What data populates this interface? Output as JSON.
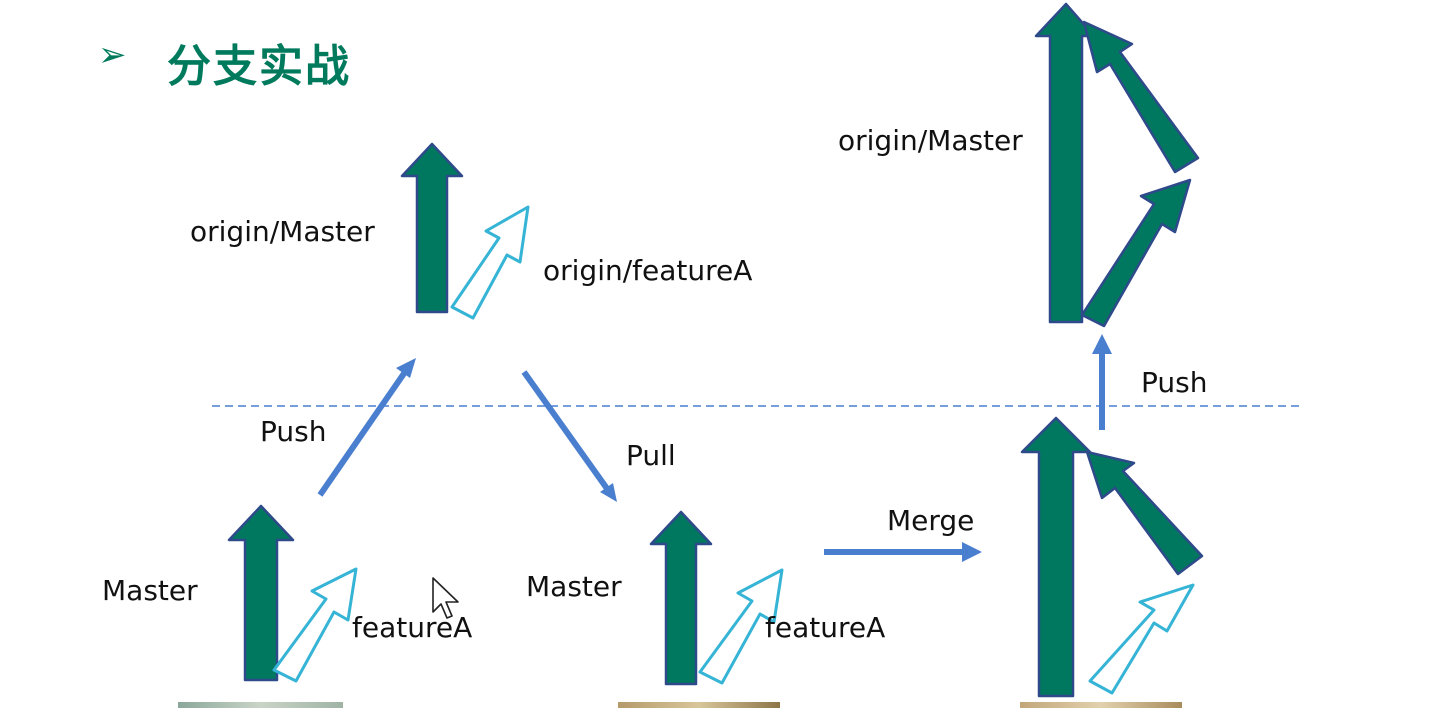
{
  "slide": {
    "bullet": "➢",
    "title": "分支实战"
  },
  "labels": {
    "origin_master_mid": "origin/Master",
    "origin_featureA": "origin/featureA",
    "origin_master_right": "origin/Master",
    "push_left": "Push",
    "pull": "Pull",
    "push_right": "Push",
    "merge": "Merge",
    "master_left": "Master",
    "featureA_left": "featureA",
    "master_mid": "Master",
    "featureA_mid": "featureA"
  },
  "icons": {
    "bullet": "arrowhead-bullet-icon",
    "cursor": "mouse-pointer-icon"
  },
  "colors": {
    "title": "#007a5c",
    "master_arrow_fill": "#00785f",
    "master_arrow_stroke": "#2e4a8a",
    "feature_arrow_stroke": "#36b4d6",
    "action_arrow": "#4a7fd0",
    "divider": "#4a7fd0"
  }
}
